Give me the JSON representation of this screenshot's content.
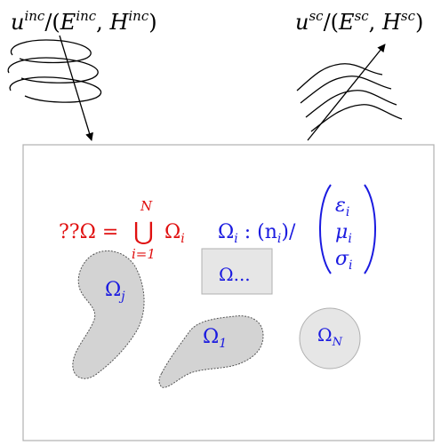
{
  "incident": {
    "u": "u",
    "u_sup": "inc",
    "slash_paren": "/(",
    "E": "E",
    "E_sup": "inc",
    "comma": ", ",
    "H": "H",
    "H_sup": "inc",
    "close": ")"
  },
  "scattered": {
    "u": "u",
    "u_sup": "sc",
    "slash_paren": "/(",
    "E": "E",
    "E_sup": "sc",
    "comma": ", ",
    "H": "H",
    "H_sup": "sc",
    "close": ")"
  },
  "union_formula": {
    "prefix": "??Ω = ",
    "union_symbol": "⋃",
    "upper": "N",
    "lower": "i=1",
    "term": "Ω",
    "term_sub": "i",
    "color": "#e01010"
  },
  "material": {
    "left": "Ω",
    "left_sub": "i",
    "mid": " : (n",
    "n_sub": "i",
    "end": ")/",
    "vector": [
      {
        "sym": "ε",
        "sub": "i"
      },
      {
        "sym": "μ",
        "sub": "i"
      },
      {
        "sym": "σ",
        "sub": "i"
      }
    ],
    "color": "#1a1ae0"
  },
  "domains": [
    {
      "label": "Ω",
      "sub": "j"
    },
    {
      "label": "Ω",
      "sub": "1"
    },
    {
      "label": "Ω",
      "sub": "N"
    },
    {
      "label": "Ω...",
      "sub": ""
    }
  ],
  "colors": {
    "blob_fill": "#d3d3d3",
    "light_fill": "#e6e6e6",
    "frame": "#b0b0b0",
    "text": "#000000"
  }
}
